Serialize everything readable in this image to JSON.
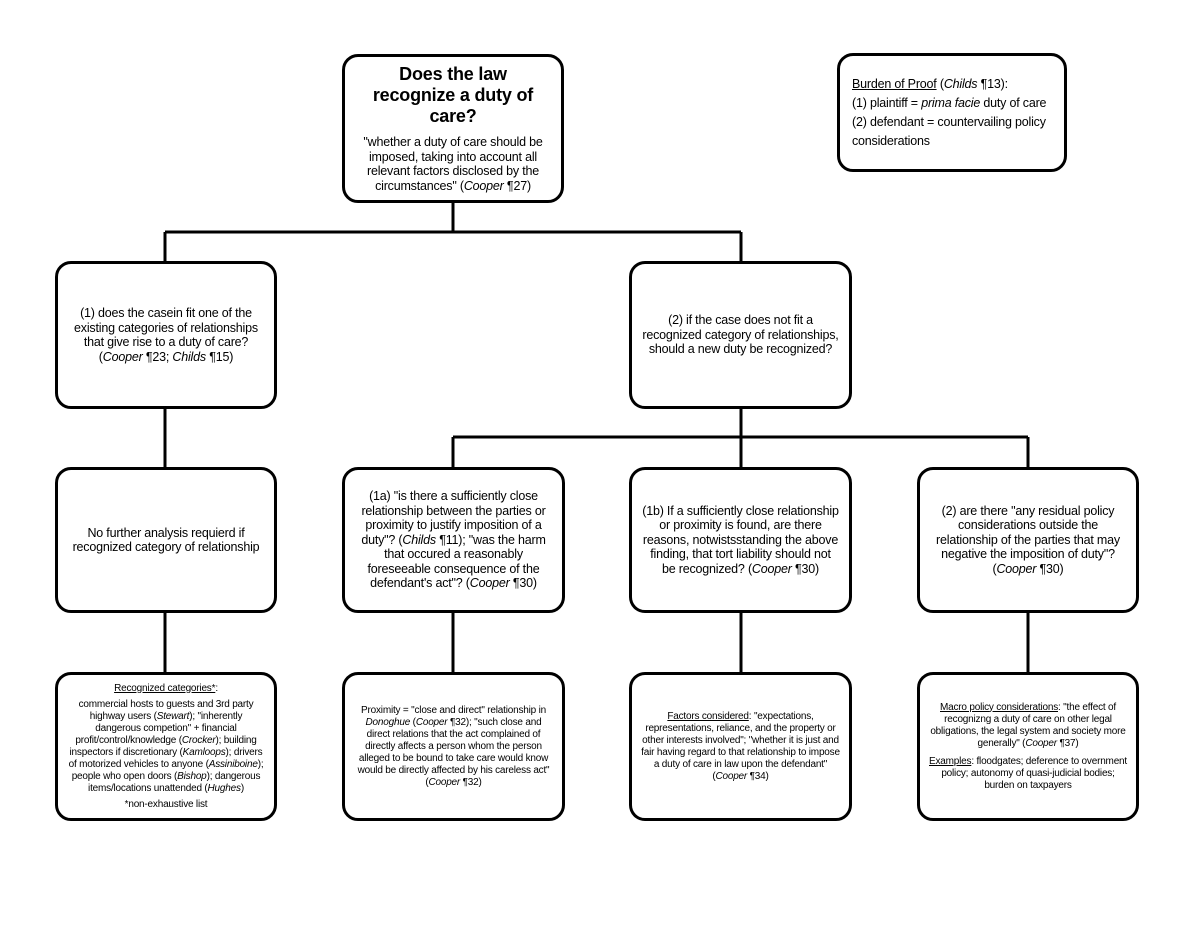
{
  "root": {
    "title": "Does the law recognize a duty of care?",
    "quote": "\"whether a duty of care should be imposed, taking into account all relevant factors disclosed by the circumstances\" (",
    "quote_cite": "Cooper",
    "quote_end": " ¶27)"
  },
  "burden": {
    "label": "Burden of Proof",
    "cite_open": " (",
    "cite_case": "Childs",
    "cite_close": " ¶13):",
    "line1_pre": "(1) plaintiff = ",
    "line1_italic": "prima facie",
    "line1_post": " duty of care",
    "line2": "(2) defendant = countervailing policy considerations"
  },
  "branch1": {
    "text": "(1) does the casein fit one of the existing categories of relationships that give rise to a duty of care? (",
    "cite1": "Cooper",
    "mid": " ¶23; ",
    "cite2": "Childs",
    "end": " ¶15)"
  },
  "branch2": {
    "text": "(2) if the case does not fit a recognized category of relationships, should a new duty be recognized?"
  },
  "no_further": {
    "text": "No further analysis requierd if recognized category of relationship"
  },
  "q1a": {
    "pre": "(1a) \"is there a sufficiently close relationship between the parties or proximity to justify imposition of a duty\"? (",
    "cite1": "Childs",
    "mid": " ¶11); \"was the harm that occured a reasonably foreseeable consequence of the defendant's act\"? (",
    "cite2": "Cooper",
    "end": " ¶30)"
  },
  "q1b": {
    "pre": "(1b) If a sufficiently close relationship or proximity is found, are there reasons, notwistsstanding the above finding, that tort liability should not be recognized? (",
    "cite": "Cooper",
    "end": " ¶30)"
  },
  "q2": {
    "pre": "(2) are there \"any residual policy considerations outside the relationship of the parties that may negative the imposition of duty\"? (",
    "cite": "Cooper",
    "end": " ¶30)"
  },
  "categories": {
    "heading": "Recognized categories*",
    "heading_end": ":",
    "t1": "commercial hosts to guests and 3rd party highway users (",
    "c1": "Stewart",
    "t2": "); \"inherently dangerous competion\" + financial profit/control/knowledge (",
    "c2": "Crocker",
    "t3": "); building inspectors if discretionary (",
    "c3": "Kamloops",
    "t4": "); drivers of motorized vehicles to anyone (",
    "c4": "Assiniboine",
    "t5": "); people who open doors (",
    "c5": "Bishop",
    "t6": "); dangerous items/locations unattended (",
    "c6": "Hughes",
    "t7": ")",
    "footnote": "*non-exhaustive list"
  },
  "proximity": {
    "t1": "Proximity = \"close and direct\" relationship in ",
    "c1": "Donoghue",
    "t2": " (",
    "c2": "Cooper",
    "t3": " ¶32); \"such close and direct relations that the act complained of directly affects a person whom the person alleged to be bound to take care would know would be directly affected by his careless act\" (",
    "c3": "Cooper",
    "t4": " ¶32)"
  },
  "factors": {
    "label": "Factors considered",
    "t1": ": \"expectations, representations, reliance, and the property or other interests involved\"; \"whether it is just and fair having regard to that relationship to impose a duty of care in law upon the defendant\" (",
    "c1": "Cooper",
    "t2": " ¶34)"
  },
  "macro": {
    "label": "Macro policy considerations",
    "t1": ": \"the effect of recognizng a duty of care on other legal obligations, the legal system and society more generally\" (",
    "c1": "Cooper",
    "t2": " ¶37)",
    "ex_label": "Examples",
    "ex_text": ": floodgates; deference to overnment policy; autonomy of quasi-judicial bodies; burden on taxpayers"
  }
}
